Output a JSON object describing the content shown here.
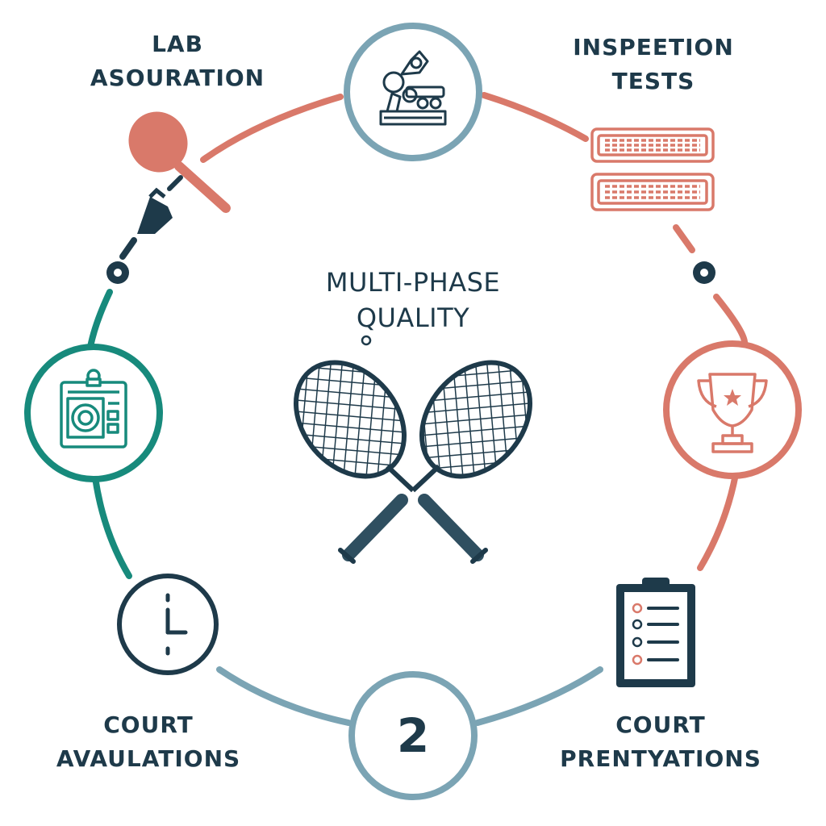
{
  "center": {
    "title_line1": "MULTI-PHASE",
    "title_line2": "QUALITY"
  },
  "stages": {
    "lab": {
      "line1": "LAB",
      "line2": "ASOURATION"
    },
    "inspection": {
      "line1": "INSPEETION",
      "line2": "TESTS"
    },
    "court_evaluations": {
      "line1": "COURT",
      "line2": "AVAULATIONS"
    },
    "court_presentations": {
      "line1": "COURT",
      "line2": "PRENTYATIONS"
    }
  },
  "bottom_node": {
    "number": "2"
  },
  "colors": {
    "dark": "#1e3a4a",
    "coral": "#d9796a",
    "teal": "#178a7c",
    "steel": "#7ba4b4"
  },
  "icons": [
    "mechanical-assembly-icon",
    "stacked-panels-icon",
    "racket-shuttlecock-icon",
    "id-badge-icon",
    "trophy-icon",
    "clock-icon",
    "clipboard-checklist-icon",
    "crossed-rackets-icon"
  ]
}
